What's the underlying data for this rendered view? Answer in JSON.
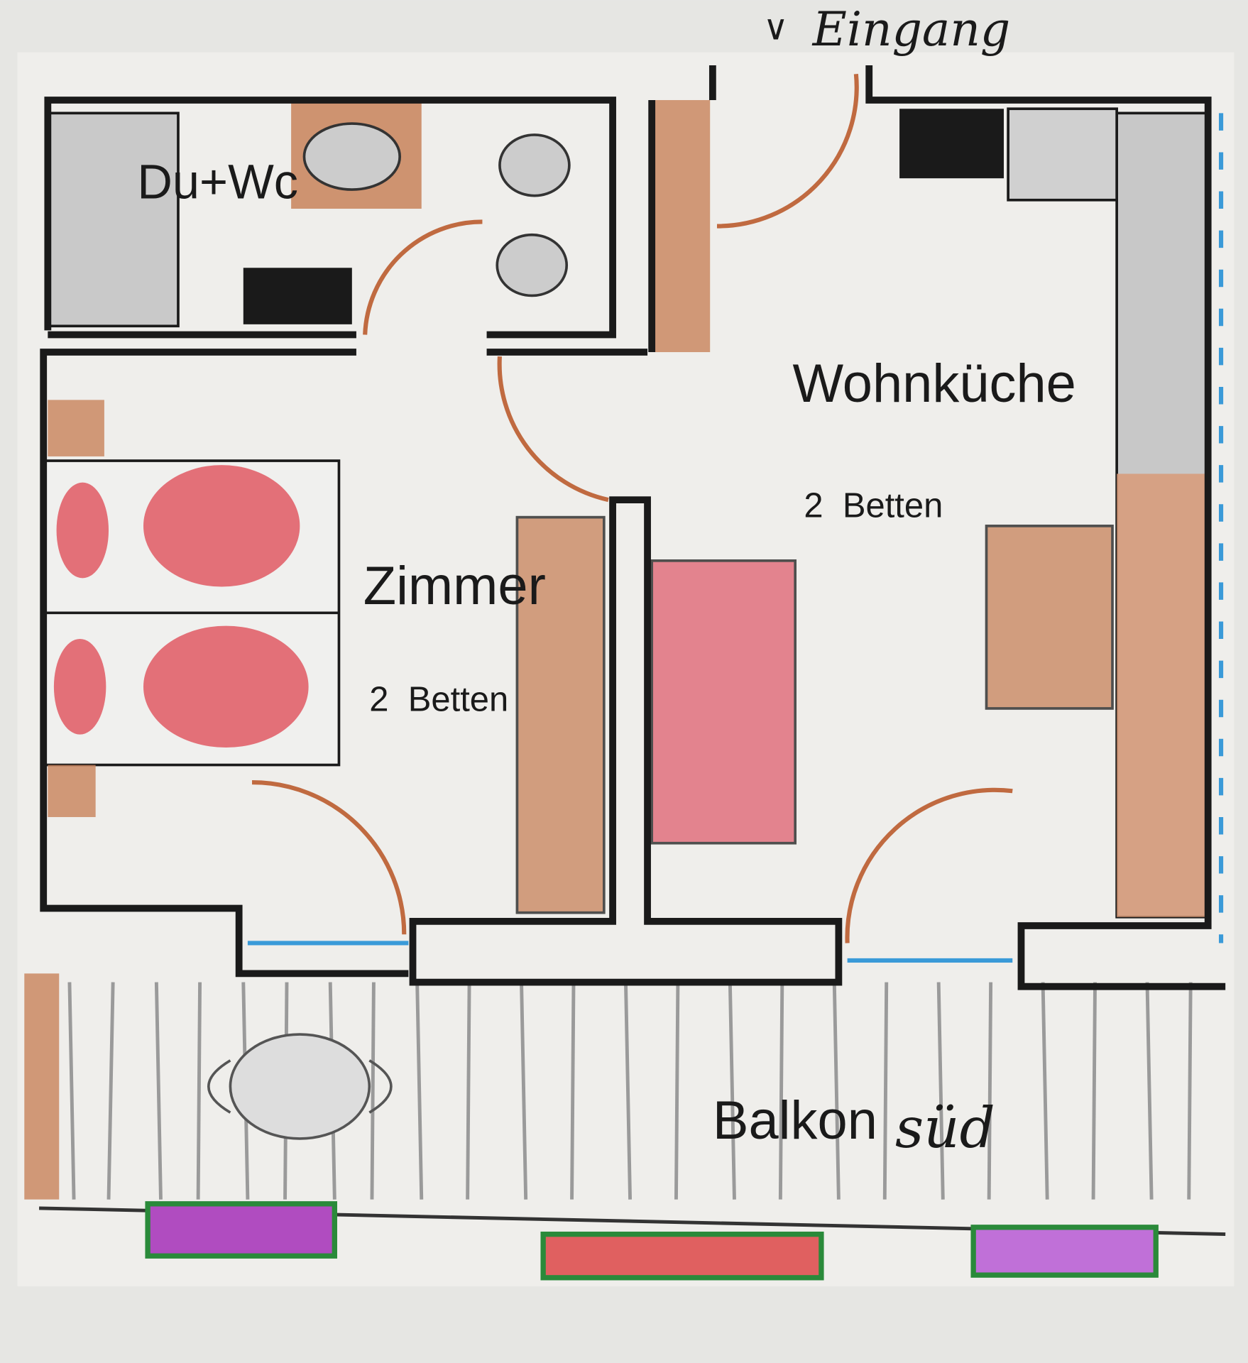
{
  "entrance": {
    "label": "Eingang"
  },
  "rooms": {
    "bathroom": {
      "label": "Du+Wc"
    },
    "living_kitchen": {
      "label": "Wohnküche",
      "beds": "2  Betten"
    },
    "room": {
      "label": "Zimmer",
      "beds": "2  Betten"
    },
    "balcony": {
      "label": "Balkon",
      "orientation": "süd"
    }
  },
  "colors": {
    "wall": "#1a1a1a",
    "wood": "#c8825a",
    "bed": "#e0505a",
    "window": "#3a9ad8",
    "paper": "#ecebe8"
  }
}
